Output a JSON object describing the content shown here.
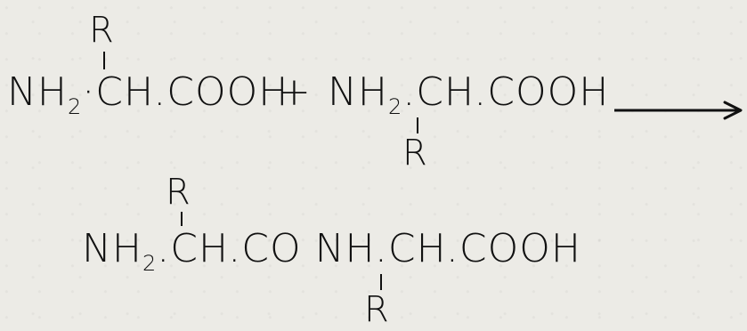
{
  "reaction": {
    "reactant1": {
      "r_group": "R",
      "nh": "NH",
      "sub2": "2",
      "backbone": "·CH.COOH"
    },
    "plus": "+",
    "reactant2": {
      "nh": "NH",
      "sub2": "2",
      "backbone": ".CH.COOH",
      "r_group": "R"
    },
    "product": {
      "r_group_top": "R",
      "nh": "NH",
      "sub2": "2",
      "backbone": ".CH.CO NH.CH.COOH",
      "r_group_bottom": "R"
    }
  }
}
